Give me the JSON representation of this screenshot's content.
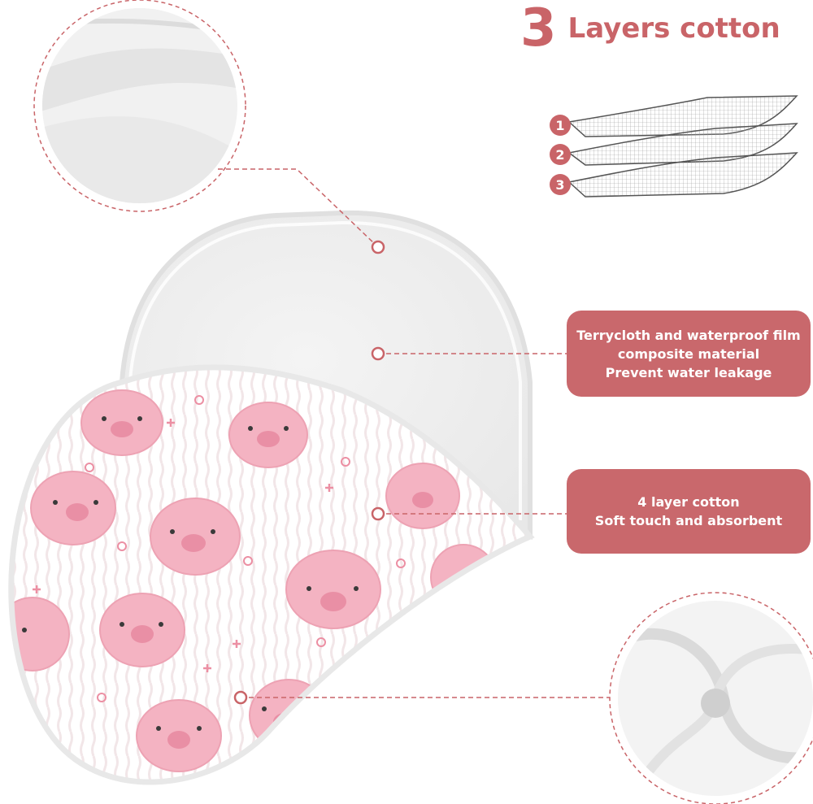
{
  "headline": {
    "number": "3",
    "text": "Layers cotton"
  },
  "layers": [
    "1",
    "2",
    "3"
  ],
  "callouts": {
    "terrycloth": [
      "Terrycloth and waterproof film",
      "composite material",
      "Prevent water leakage"
    ],
    "cotton": [
      "4 layer cotton",
      "Soft touch and absorbent"
    ]
  },
  "colors": {
    "accent": "#c96468",
    "pig": "#f3b6c4",
    "cloth": "#f2f2f2"
  },
  "icons": [
    "terrycloth-zoom",
    "muslin-zoom",
    "layer-stack",
    "pig-pattern"
  ]
}
